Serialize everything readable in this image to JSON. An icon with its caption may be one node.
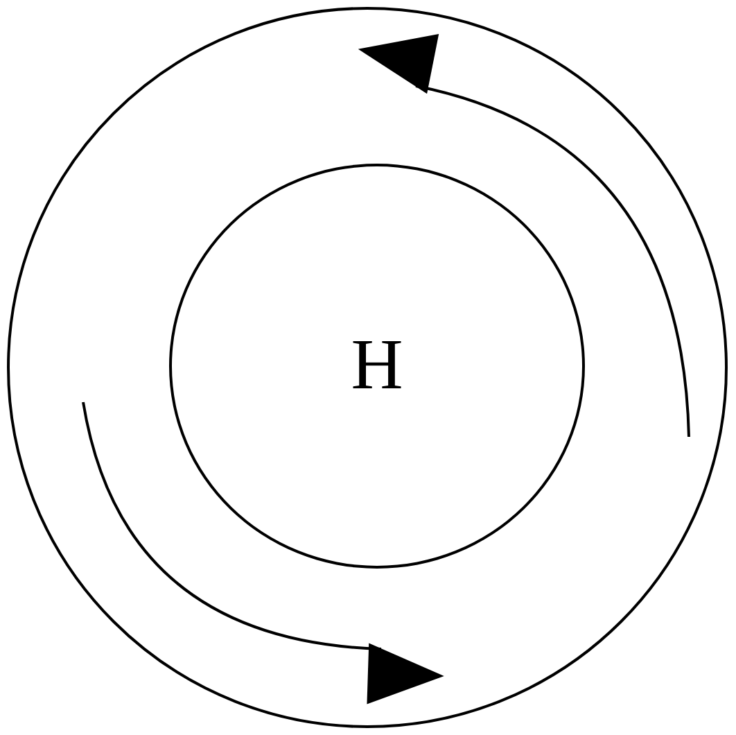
{
  "diagram": {
    "nodes": [
      {
        "text": [],
        "shape": "circle"
      },
      {
        "text": [
          "H"
        ],
        "in": 0
      }
    ]
  }
}
